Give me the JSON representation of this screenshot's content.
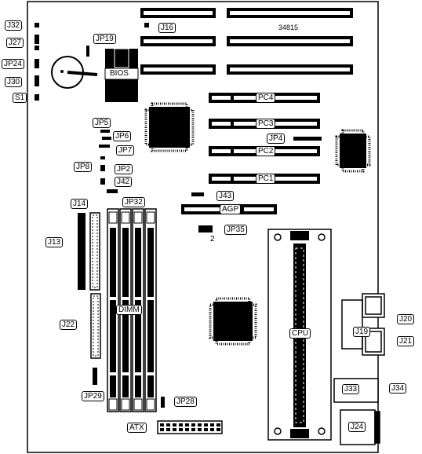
{
  "board_id": "34815",
  "bios_label": "BIOS",
  "dimm_label": "DIMM",
  "cpu_label": "CPU",
  "atx_label": "ATX",
  "agp_label": "AGP",
  "pin_marker": "2",
  "pci_slots": [
    "PC4",
    "PC3",
    "PC2",
    "PC1"
  ],
  "jumpers": {
    "J32": "J32",
    "J27": "J27",
    "JP24": "JP24",
    "J30": "J30",
    "S1": "S1",
    "JP19": "JP19",
    "J16": "J16",
    "JP5": "JP5",
    "JP6": "JP6",
    "JP7": "JP7",
    "JP8": "JP8",
    "JP2": "JP2",
    "J42": "J42",
    "JP32": "JP32",
    "J14": "J14",
    "J13": "J13",
    "J22": "J22",
    "JP29": "JP29",
    "JP28": "JP28",
    "JP4": "JP4",
    "J43": "J43",
    "JP35": "JP35",
    "J20": "J20",
    "J19": "J19",
    "J21": "J21",
    "J33": "J33",
    "J34": "J34",
    "J24": "J24"
  }
}
